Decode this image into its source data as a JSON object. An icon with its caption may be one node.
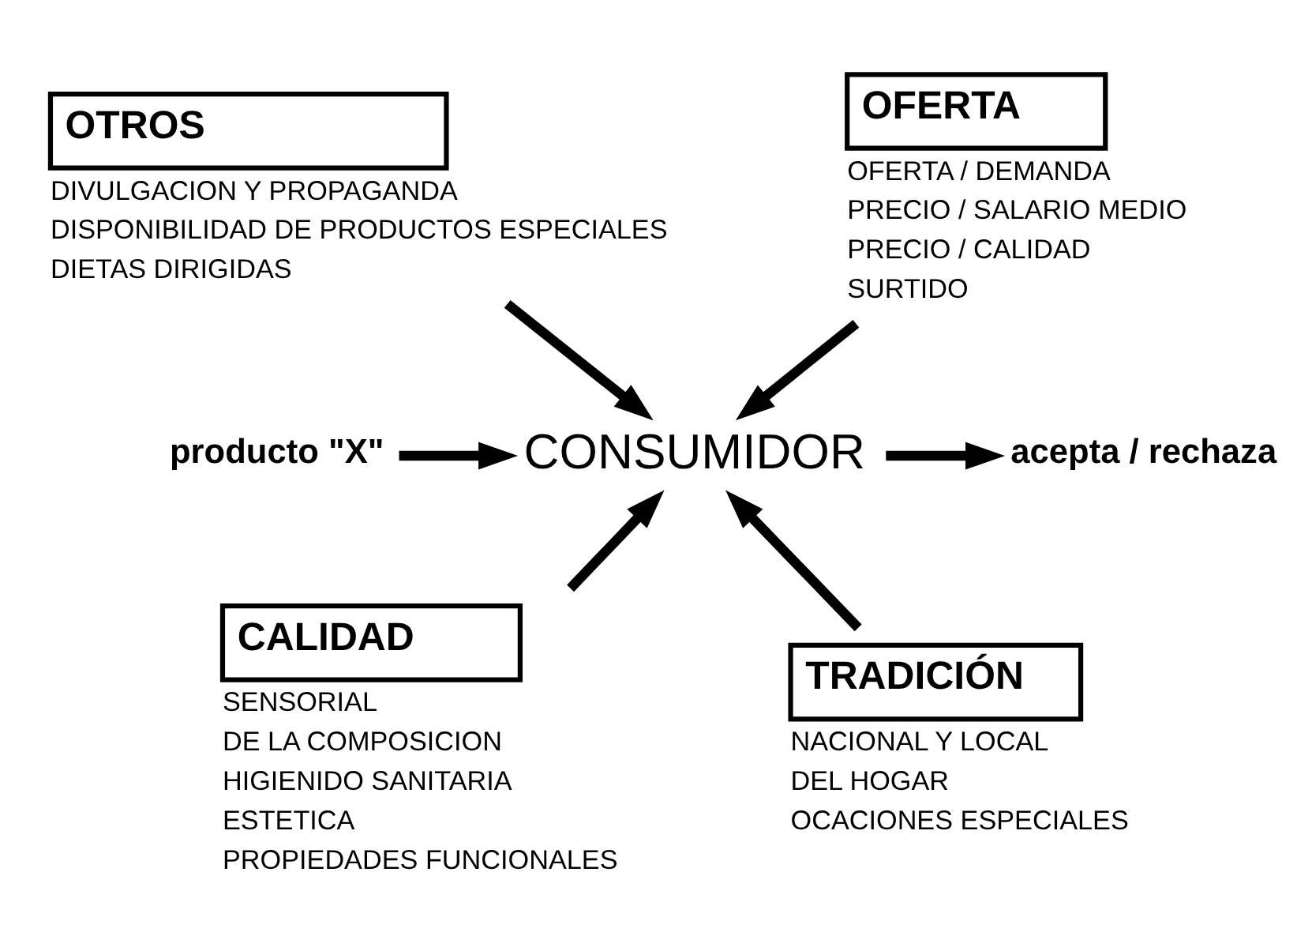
{
  "diagram": {
    "nodes": [
      {
        "text": [
          "OTROS",
          "DIVULGACION Y PROPAGANDA",
          "DISPONIBILIDAD DE PRODUCTOS ESPECIALES",
          "DIETAS DIRIGIDAS"
        ]
      },
      {
        "text": [
          "OFERTA",
          "OFERTA / DEMANDA",
          "PRECIO / SALARIO MEDIO",
          "PRECIO / CALIDAD",
          "SURTIDO"
        ]
      },
      {
        "text": [
          "producto \"X\""
        ]
      },
      {
        "text": [
          "CONSUMIDOR"
        ]
      },
      {
        "text": [
          "acepta / rechaza"
        ]
      },
      {
        "text": [
          "CALIDAD",
          "SENSORIAL",
          "DE LA COMPOSICION",
          "HIGIENIDO SANITARIA",
          "ESTETICA",
          "PROPIEDADES FUNCIONALES"
        ]
      },
      {
        "text": [
          "TRADICIÓN",
          "NACIONAL Y LOCAL",
          "DEL HOGAR",
          "OCACIONES ESPECIALES"
        ]
      }
    ],
    "edges": [
      {
        "from": 0,
        "to": 3,
        "arrow": "to"
      },
      {
        "from": 1,
        "to": 3,
        "arrow": "to"
      },
      {
        "from": 5,
        "to": 3,
        "arrow": "to"
      },
      {
        "from": 6,
        "to": 3,
        "arrow": "to"
      },
      {
        "from": 2,
        "to": 3,
        "arrow": "to"
      },
      {
        "from": 3,
        "to": 4,
        "arrow": "to"
      }
    ]
  }
}
